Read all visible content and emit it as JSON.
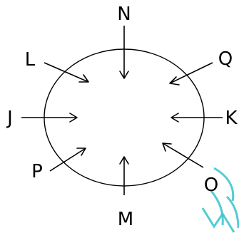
{
  "diagram": {
    "labels": {
      "N": "N",
      "Q": "Q",
      "K": "K",
      "O": "O",
      "M": "M",
      "P": "P",
      "J": "J",
      "L": "L"
    },
    "colors": {
      "ink": "#000000",
      "watermark": "#3ec6cf"
    }
  }
}
